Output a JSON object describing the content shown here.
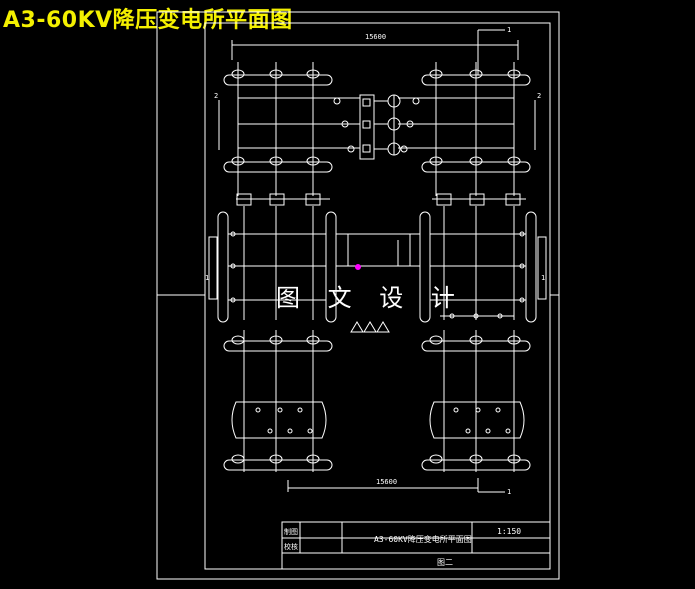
{
  "title": "A3-60KV降压变电所平面图",
  "watermark": "图 文 设 计",
  "dimensions": {
    "top": "15600",
    "bottom": "15600"
  },
  "section_marks": {
    "top": "1",
    "bottom": "1",
    "left_upper": "2",
    "right_upper": "2",
    "left_lower": "1",
    "right_lower": "1"
  },
  "title_block": {
    "row1_label": "制图",
    "row2_label": "校核",
    "drawing_name": "A3-60KV降压变电所平面图",
    "scale": "1:150",
    "sheet": "图二"
  },
  "colors": {
    "background": "#000000",
    "lines": "#ffffff",
    "title": "#f4f000",
    "marker": "#ff00ff"
  }
}
